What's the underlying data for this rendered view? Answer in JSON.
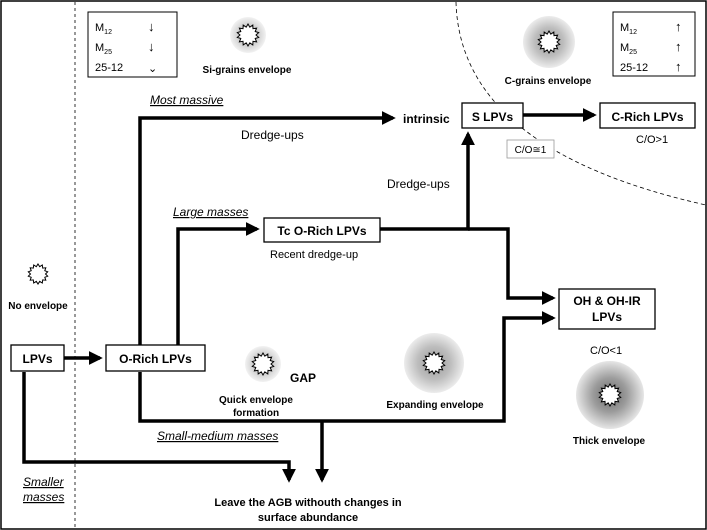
{
  "legend_left": {
    "rows": [
      {
        "label": "M",
        "sub": "12",
        "arrow": "↓"
      },
      {
        "label": "M",
        "sub": "25",
        "arrow": "↓"
      },
      {
        "label": "25-12",
        "sub": "",
        "arrow": "⌄"
      }
    ]
  },
  "legend_right": {
    "rows": [
      {
        "label": "M",
        "sub": "12",
        "arrow": "↑"
      },
      {
        "label": "M",
        "sub": "25",
        "arrow": "↑"
      },
      {
        "label": "25-12",
        "sub": "",
        "arrow": "↑"
      }
    ]
  },
  "nodes": {
    "lpvs": "LPVs",
    "o_rich": "O-Rich LPVs",
    "tc_o_rich": "Tc O-Rich LPVs",
    "s_lpvs": "S LPVs",
    "c_rich": "C-Rich LPVs",
    "oh_line1": "OH & OH-IR",
    "oh_line2": "LPVs",
    "leave_line1": "Leave the AGB withouth changes in",
    "leave_line2": "surface abundance"
  },
  "paths": {
    "most_massive": "Most massive",
    "large_masses": "Large masses",
    "small_medium": "Small-medium masses",
    "smaller_line1": "Smaller",
    "smaller_line2": "masses"
  },
  "annotations": {
    "dredge_ups_top": "Dredge-ups",
    "intrinsic": "intrinsic",
    "dredge_ups_mid": "Dredge-ups",
    "recent_dredge": "Recent dredge-up",
    "co_eq": "C/O≅1",
    "co_gt": "C/O>1",
    "co_lt": "C/O<1",
    "gap": "GAP"
  },
  "envelopes": {
    "none": "No envelope",
    "si": "Si-grains envelope",
    "c": "C-grains envelope",
    "quick_line1": "Quick envelope",
    "quick_line2": "formation",
    "expanding": "Expanding envelope",
    "thick": "Thick envelope"
  }
}
